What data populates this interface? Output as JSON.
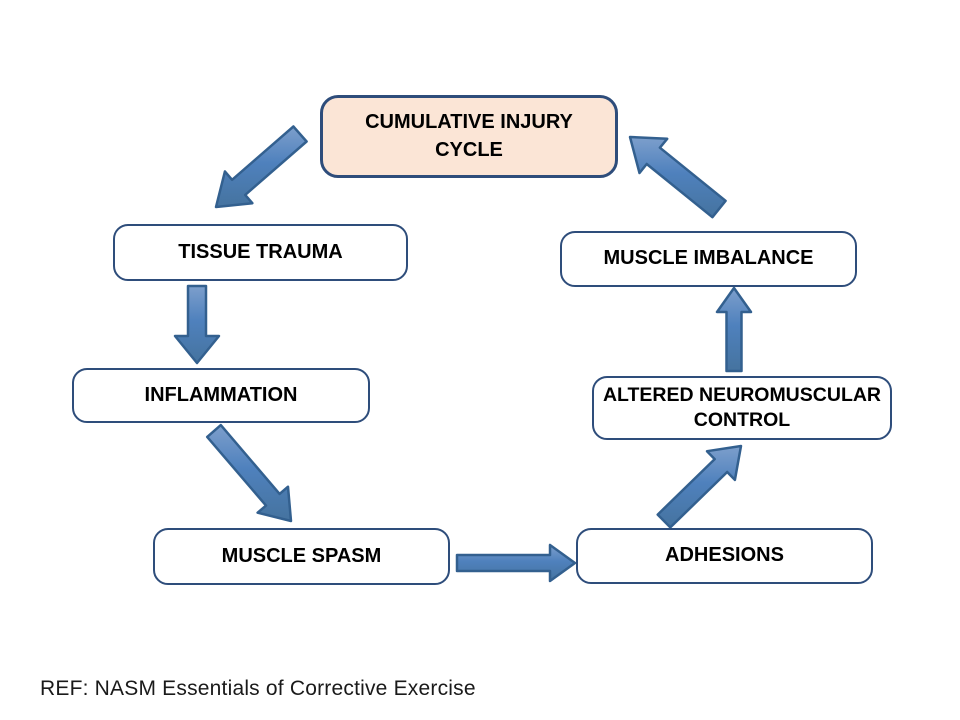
{
  "title": "Cumulative Injury Cycle diagram",
  "colors": {
    "box_border": "#2e4d7b",
    "box_fill": "#ffffff",
    "highlight_fill": "#fbe5d6",
    "arrow_fill": "#4f81bd",
    "arrow_stroke": "#33608f",
    "text": "#000000",
    "background": "#ffffff"
  },
  "nodes": {
    "cumulative_injury_cycle": {
      "lines": [
        "CUMULATIVE INJURY",
        "CYCLE"
      ]
    },
    "tissue_trauma": {
      "label": "TISSUE TRAUMA"
    },
    "inflammation": {
      "label": "INFLAMMATION"
    },
    "muscle_spasm": {
      "label": "MUSCLE SPASM"
    },
    "adhesions": {
      "label": "ADHESIONS"
    },
    "altered_neuromuscular_control": {
      "lines": [
        "ALTERED NEUROMUSCULAR",
        "CONTROL"
      ]
    },
    "muscle_imbalance": {
      "label": "MUSCLE IMBALANCE"
    }
  },
  "arrows": [
    {
      "from": "cumulative-injury-cycle",
      "to": "tissue-trauma"
    },
    {
      "from": "tissue-trauma",
      "to": "inflammation"
    },
    {
      "from": "inflammation",
      "to": "muscle-spasm"
    },
    {
      "from": "muscle-spasm",
      "to": "adhesions"
    },
    {
      "from": "adhesions",
      "to": "altered-neuromuscular-control"
    },
    {
      "from": "altered-neuromuscular-control",
      "to": "muscle-imbalance"
    },
    {
      "from": "muscle-imbalance",
      "to": "cumulative-injury-cycle"
    }
  ],
  "footer": {
    "reference": "REF: NASM Essentials of Corrective Exercise"
  }
}
